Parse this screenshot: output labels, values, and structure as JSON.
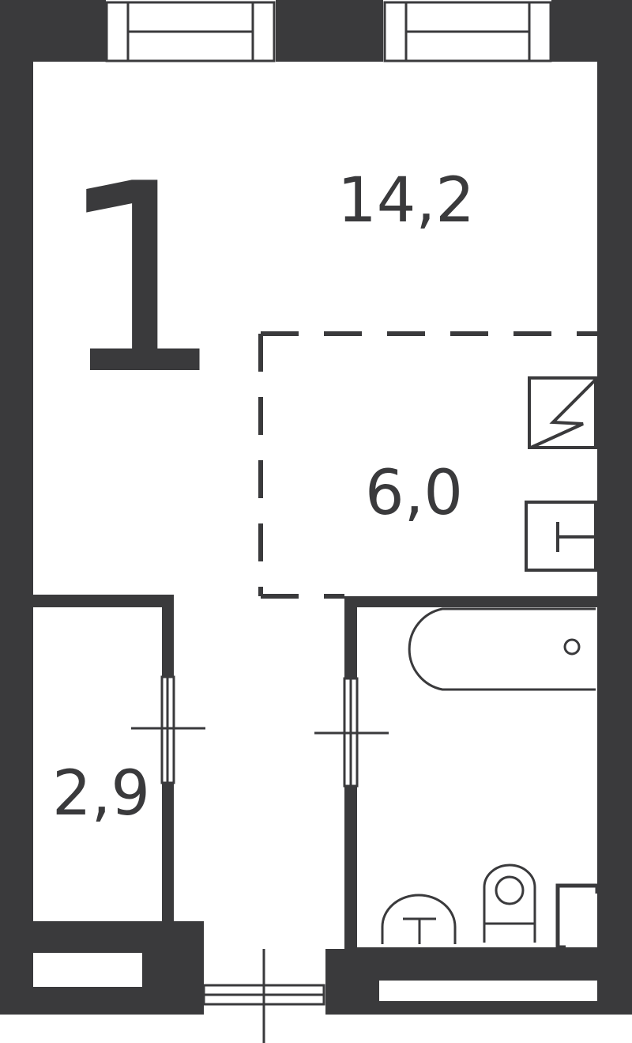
{
  "plan": {
    "room_count": "1",
    "living_area": "14,2",
    "kitchen_area": "6,0",
    "storage_area": "2,9"
  },
  "colors": {
    "wall": "#3a3a3c",
    "background": "#ffffff"
  },
  "icons": {
    "stove": "stove-icon",
    "sink": "kitchen-sink-icon",
    "bathtub": "bathtub-icon",
    "toilet": "toilet-icon",
    "washbasin": "washbasin-icon"
  }
}
